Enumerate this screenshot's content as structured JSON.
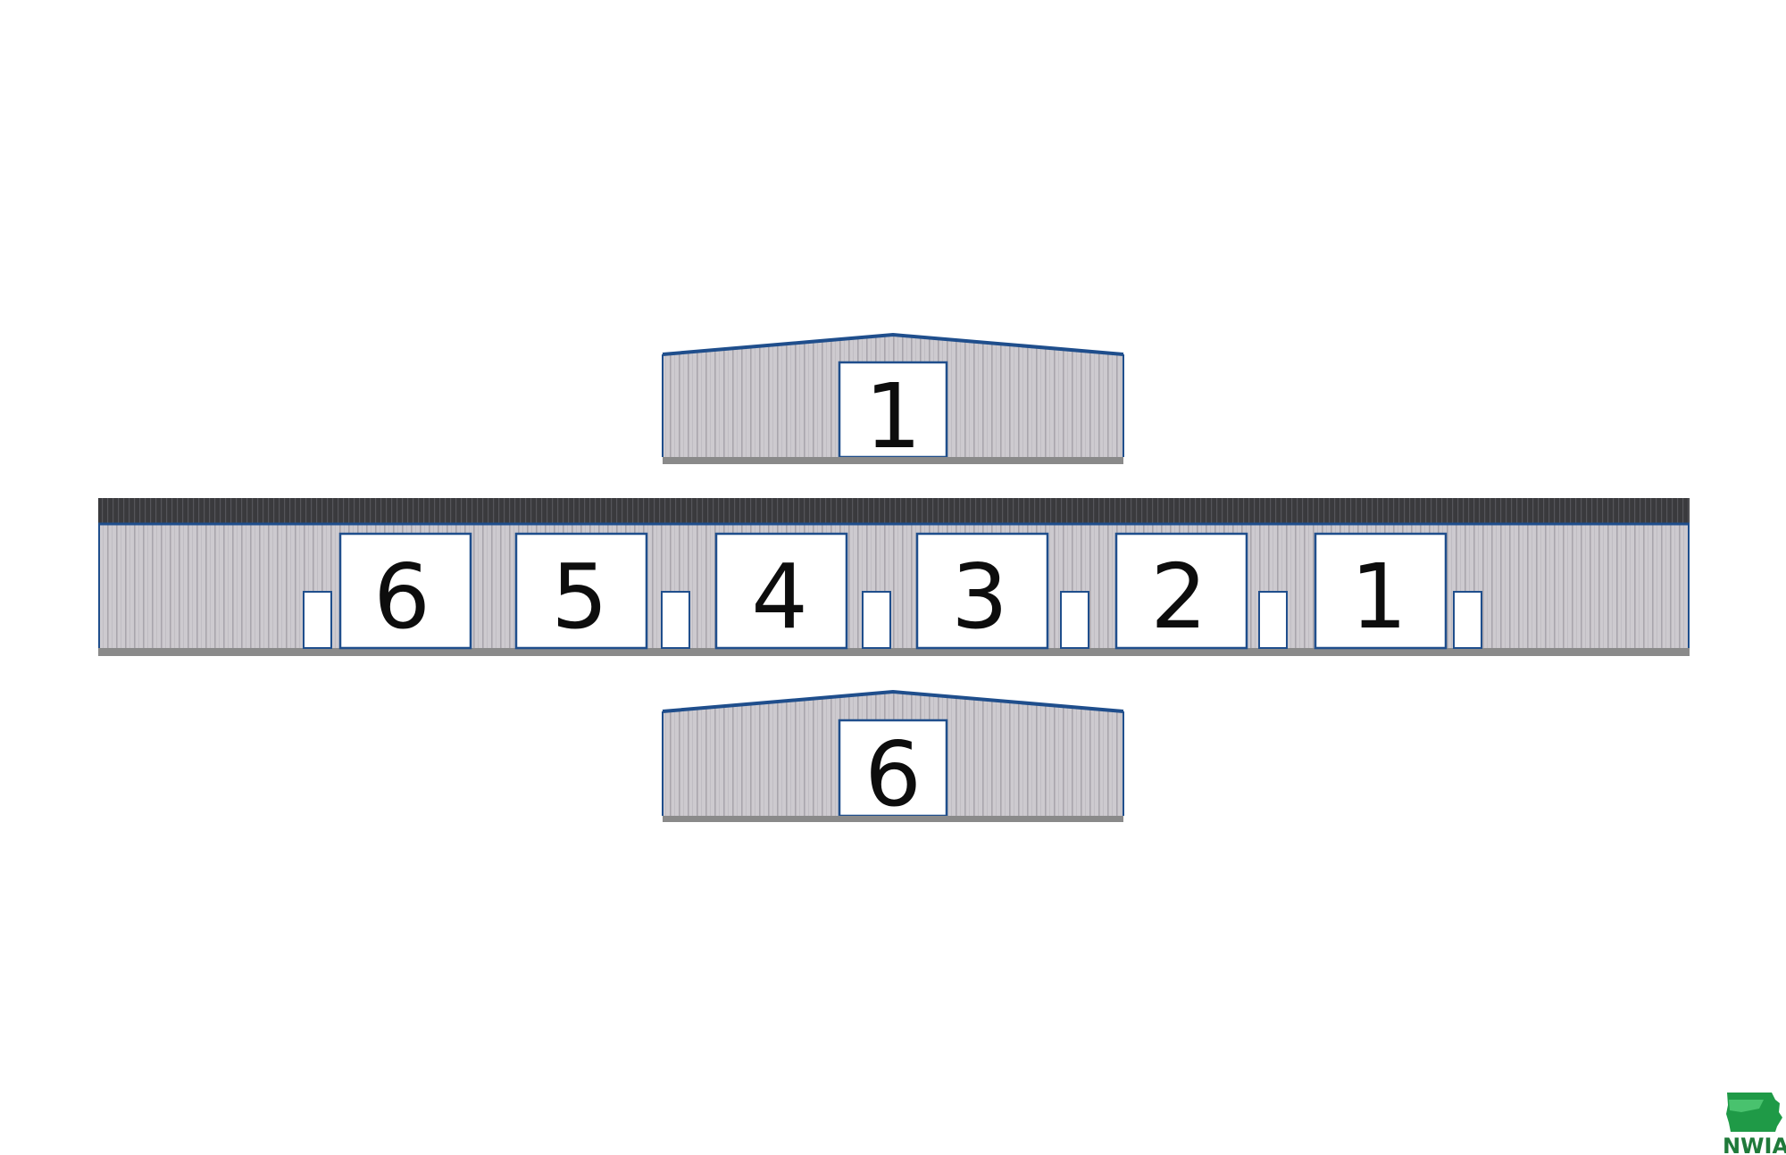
{
  "colors": {
    "siding": "#cdcacf",
    "rib": "#a9a6ad",
    "trim": "#1f4e8c",
    "roof": "#3a3a3d",
    "base": "#8a8a8a",
    "door": "#ffffff",
    "brand_green": "#1f9a47"
  },
  "elevations": {
    "end_top": {
      "unit_label": "1"
    },
    "end_bottom": {
      "unit_label": "6"
    }
  },
  "front": {
    "units": [
      {
        "label": "6"
      },
      {
        "label": "5"
      },
      {
        "label": "4"
      },
      {
        "label": "3"
      },
      {
        "label": "2"
      },
      {
        "label": "1"
      }
    ]
  },
  "logo": {
    "text": "NWIA",
    "icon": "iowa-map-icon"
  }
}
